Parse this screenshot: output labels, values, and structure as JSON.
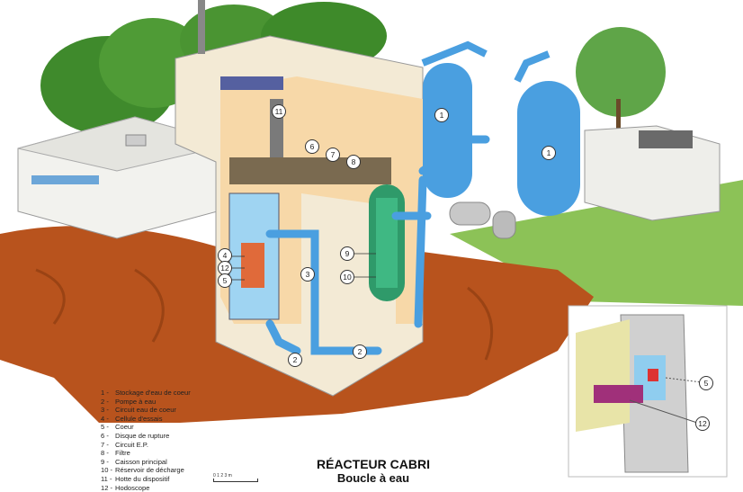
{
  "title": "RÉACTEUR CABRI",
  "subtitle": "Boucle à eau",
  "legend": [
    {
      "num": "1 -",
      "label": "Stockage d'eau de coeur"
    },
    {
      "num": "2 -",
      "label": "Pompe à eau"
    },
    {
      "num": "3 -",
      "label": "Circuit eau de coeur"
    },
    {
      "num": "4 -",
      "label": "Cellule d'essais"
    },
    {
      "num": "5 -",
      "label": "Coeur"
    },
    {
      "num": "6 -",
      "label": "Disque de rupture"
    },
    {
      "num": "7 -",
      "label": "Circuit E.P."
    },
    {
      "num": "8 -",
      "label": "Filtre"
    },
    {
      "num": "9 -",
      "label": "Caisson principal"
    },
    {
      "num": "10 -",
      "label": "Réservoir de décharge"
    },
    {
      "num": "11 -",
      "label": "Hotte du dispositif"
    },
    {
      "num": "12 -",
      "label": "Hodoscope"
    }
  ],
  "scale": {
    "ticks": "0  1  2  3 m"
  },
  "callouts": {
    "c1a": "1",
    "c1b": "1",
    "c2a": "2",
    "c2b": "2",
    "c3": "3",
    "c4": "4",
    "c5": "5",
    "c5b": "5",
    "c6": "6",
    "c7": "7",
    "c8": "8",
    "c9": "9",
    "c10": "10",
    "c11": "11",
    "c12": "12",
    "c12b": "12"
  },
  "colors": {
    "water": "#4a9fe0",
    "ground": "#b8531d",
    "concrete": "#e8dcc0",
    "vessel": "#2f9a6a"
  }
}
